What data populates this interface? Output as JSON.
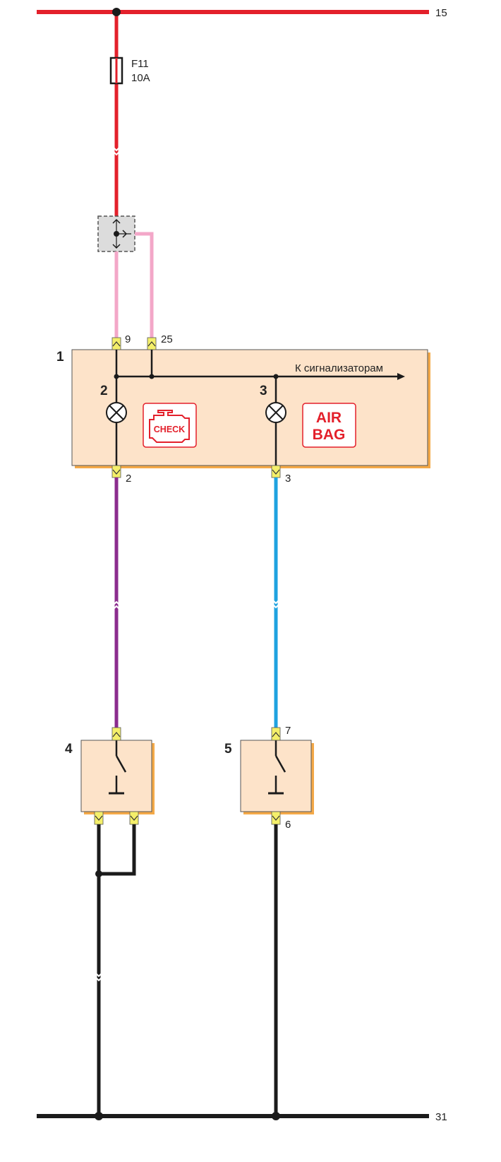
{
  "colors": {
    "power": "#e3202b",
    "pink": "#f3a7c8",
    "violet": "#8b2c8e",
    "blue": "#1fa2e0",
    "ground": "#1b1b1b",
    "module_fill": "#fde3c9",
    "module_shadow": "#f4a948",
    "connector": "#f4ef6a",
    "indicator_red": "#e3202b"
  },
  "rails": {
    "top_label": "15",
    "bottom_label": "31"
  },
  "fuse": {
    "name": "F11",
    "rating": "10A"
  },
  "module": {
    "number": "1",
    "pins": {
      "in_left": "9",
      "in_right": "25",
      "out_left": "2",
      "out_right": "3"
    },
    "line_label": "К сигнализаторам",
    "lamp_left": {
      "number": "2",
      "icon": "check-engine-icon",
      "text": "CHECK"
    },
    "lamp_right": {
      "number": "3",
      "icon": "airbag-icon",
      "text_line1": "AIR",
      "text_line2": "BAG"
    }
  },
  "switches": {
    "left": {
      "number": "4"
    },
    "right": {
      "number": "5",
      "pin_top": "7",
      "pin_bottom": "6"
    }
  }
}
